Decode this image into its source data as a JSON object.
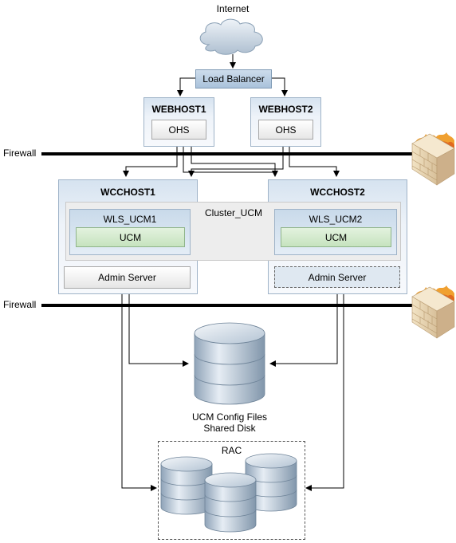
{
  "internet": {
    "label": "Internet"
  },
  "load_balancer": {
    "label": "Load Balancer"
  },
  "webhosts": [
    {
      "name": "WEBHOST1",
      "component": "OHS"
    },
    {
      "name": "WEBHOST2",
      "component": "OHS"
    }
  ],
  "firewalls": [
    {
      "label": "Firewall"
    },
    {
      "label": "Firewall"
    }
  ],
  "wcchosts": [
    {
      "name": "WCCHOST1",
      "server": "WLS_UCM1",
      "app": "UCM",
      "admin": "Admin Server",
      "admin_state": "active"
    },
    {
      "name": "WCCHOST2",
      "server": "WLS_UCM2",
      "app": "UCM",
      "admin": "Admin Server",
      "admin_state": "standby"
    }
  ],
  "cluster": {
    "label": "Cluster_UCM"
  },
  "shared_disk": {
    "line1": "UCM Config Files",
    "line2": "Shared Disk"
  },
  "rac": {
    "label": "RAC"
  },
  "colors": {
    "host_blue": "#d6e3f0",
    "ucm_green": "#c6e3be",
    "firewall_orange": "#e8a040",
    "db_blue": "#b8c8d8"
  }
}
